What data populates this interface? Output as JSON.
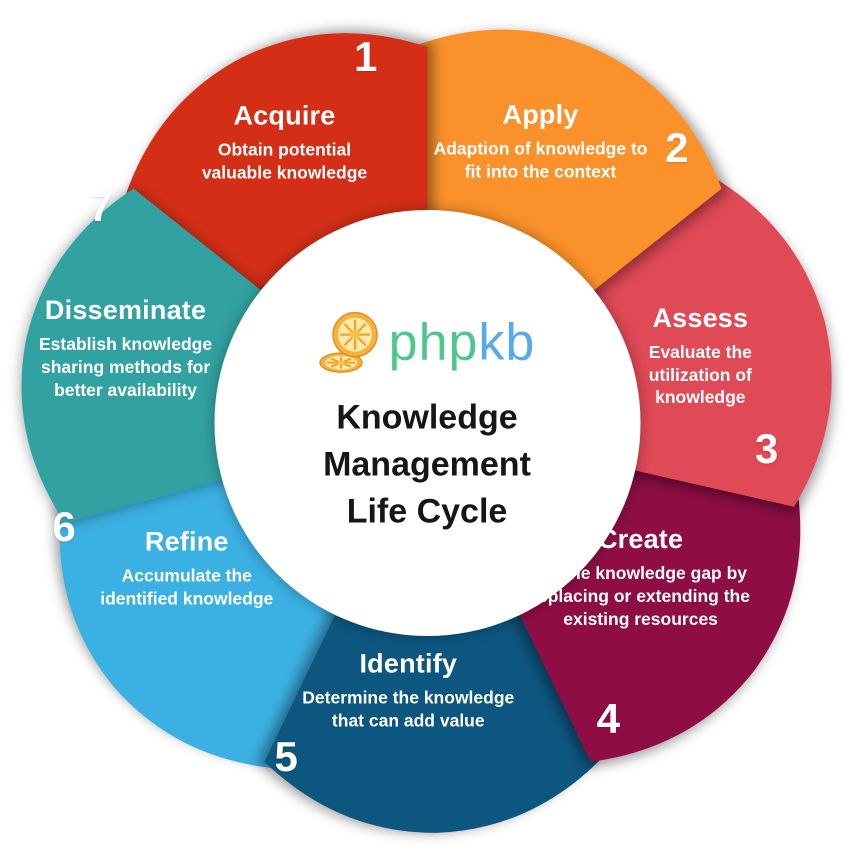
{
  "diagram": {
    "center": {
      "logo": {
        "icon": "citrus-slices-icon",
        "brand_php": "php",
        "brand_kb": "kb",
        "php_color": "#4ec78c",
        "kb_color": "#58a9ea"
      },
      "title_lines": [
        "Knowledge",
        "Management",
        "Life Cycle"
      ],
      "title_color": "#161616",
      "circle_color": "#ffffff"
    },
    "segments": [
      {
        "number": "1",
        "name": "Acquire",
        "description": "Obtain potential valuable knowledge",
        "color": "#d52d12"
      },
      {
        "number": "2",
        "name": "Apply",
        "description": "Adaption of knowledge to fit into the context",
        "color": "#fb9129"
      },
      {
        "number": "3",
        "name": "Assess",
        "description": "Evaluate the utilization of knowledge",
        "color": "#e04a57"
      },
      {
        "number": "4",
        "name": "Create",
        "description": "Fill the knowledge gap by replacing or extending the existing resources",
        "color": "#8e0e44"
      },
      {
        "number": "5",
        "name": "Identify",
        "description": "Determine the knowledge that can add value",
        "color": "#0f567f"
      },
      {
        "number": "6",
        "name": "Refine",
        "description": "Accumulate the identified knowledge",
        "color": "#3ab0e2"
      },
      {
        "number": "7",
        "name": "Disseminate",
        "description": "Establish knowledge sharing methods for better availability",
        "color": "#32a1a1"
      }
    ]
  }
}
